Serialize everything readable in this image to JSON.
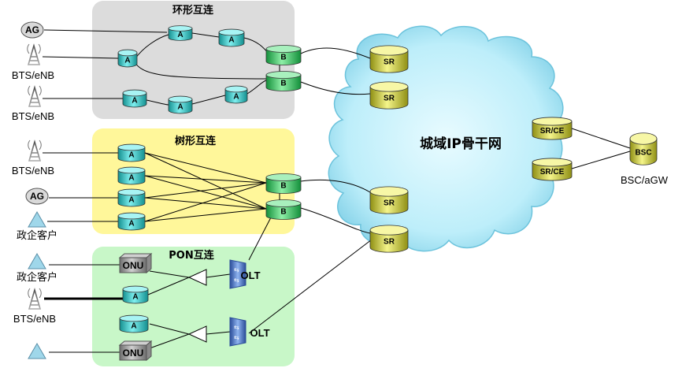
{
  "zones": {
    "ring_title": "环形互连",
    "tree_title": "树形互连",
    "pon_title": "PON互连"
  },
  "cloud_label": "城域IP骨干网",
  "labels": {
    "ag": "AG",
    "a": "A",
    "b": "B",
    "sr": "SR",
    "srce": "SR/CE",
    "bsc": "BSC",
    "onu": "ONU",
    "olt": "OLT",
    "bts": "BTS/eNB",
    "enterprise": "政企客户",
    "bsc_agw": "BSC/aGW"
  },
  "colors": {
    "ring_bg": "#dcdcdc",
    "tree_bg": "#fff79a",
    "pon_bg": "#c8f7c8",
    "cyan": "#33cccc",
    "green": "#33cc66",
    "yellow": "#dddd33",
    "cloud": "#bfeefa"
  }
}
